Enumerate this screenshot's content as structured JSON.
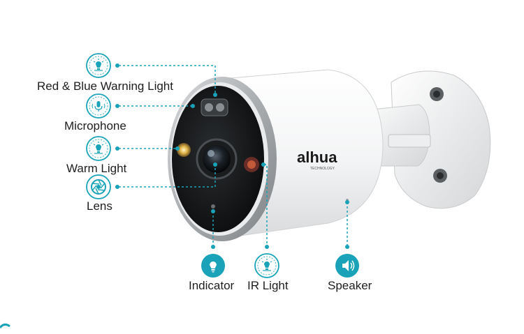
{
  "brand": {
    "logo_text": "alhua",
    "logo_subtext": "TECHNOLOGY"
  },
  "features": {
    "warning_light": {
      "label": "Red & Blue Warning Light",
      "icon": "bulb-icon"
    },
    "microphone": {
      "label": "Microphone",
      "icon": "microphone-icon"
    },
    "warm_light": {
      "label": "Warm Light",
      "icon": "bulb-icon"
    },
    "lens": {
      "label": "Lens",
      "icon": "aperture-icon"
    },
    "indicator": {
      "label": "Indicator",
      "icon": "indicator-bulb-icon"
    },
    "ir_light": {
      "label": "IR Light",
      "icon": "bulb-icon"
    },
    "speaker": {
      "label": "Speaker",
      "icon": "speaker-icon"
    }
  },
  "colors": {
    "accent": "#1aa3b8",
    "label_text": "#1e1e1e"
  }
}
